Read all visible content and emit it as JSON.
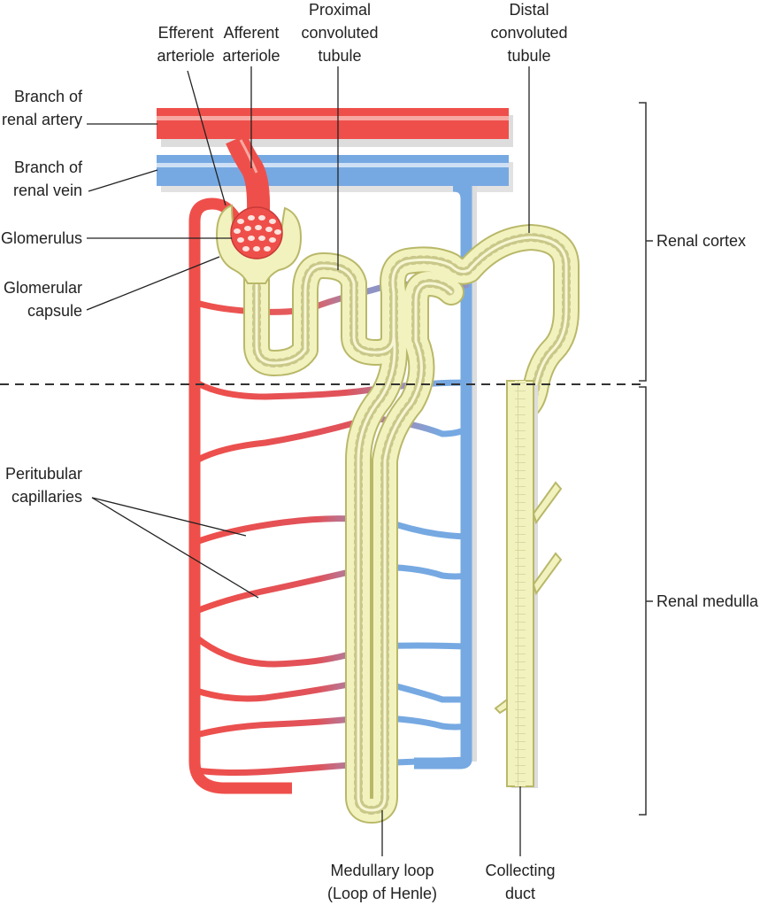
{
  "colors": {
    "artery": "#ef4f4a",
    "artery_highlight": "#f7a8a2",
    "vein": "#76a9e2",
    "vein_highlight": "#cfe0f5",
    "tubule_fill": "#f2f2bf",
    "tubule_outline": "#b9b869",
    "tubule_cell_line": "#c9c889",
    "shadow": "#d9d9d9",
    "label_text": "#222222",
    "leader_line": "#222222"
  },
  "labels": {
    "efferent_arteriole": "Efferent\narteriole",
    "afferent_arteriole": "Afferent\narteriole",
    "proximal_convoluted_tubule": "Proximal\nconvoluted\ntubule",
    "distal_convoluted_tubule": "Distal\nconvoluted\ntubule",
    "branch_of_renal_artery": "Branch of\nrenal artery",
    "branch_of_renal_vein": "Branch of\nrenal vein",
    "glomerulus": "Glomerulus",
    "glomerular_capsule": "Glomerular\ncapsule",
    "peritubular_capillaries": "Peritubular\ncapillaries",
    "renal_cortex": "Renal cortex",
    "renal_medulla": "Renal medulla",
    "medullary_loop": "Medullary loop\n(Loop of Henle)",
    "collecting_duct": "Collecting\nduct"
  }
}
